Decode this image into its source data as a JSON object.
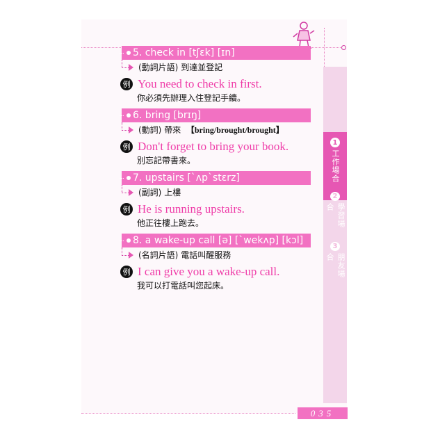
{
  "header": {
    "mascot_icon": "cartoon-figure-icon"
  },
  "entries": [
    {
      "head": "5. check in [tʃɛk] [ɪn]",
      "pos": "(動詞片語)",
      "meaning": "到達並登記",
      "forms": "",
      "example_marker": "例",
      "example_en": "You need to check in first.",
      "example_zh": "你必須先辦理入住登記手續。"
    },
    {
      "head": "6. bring [brɪŋ]",
      "pos": "(動詞)",
      "meaning": "帶來",
      "forms": "【bring/brought/brought】",
      "example_marker": "例",
      "example_en": "Don't forget to bring your book.",
      "example_zh": "別忘記帶書來。"
    },
    {
      "head": "7. upstairs [ˋʌpˋstɛrz]",
      "pos": "(副詞)",
      "meaning": "上樓",
      "forms": "",
      "example_marker": "例",
      "example_en": "He is running upstairs.",
      "example_zh": "他正往樓上跑去。"
    },
    {
      "head": "8. a wake-up call [ə] [ˋwekʌp] [kɔl]",
      "pos": "(名詞片語)",
      "meaning": "電話叫醒服務",
      "forms": "",
      "example_marker": "例",
      "example_en": "I can give you a wake-up call.",
      "example_zh": "我可以打電話叫您起床。"
    }
  ],
  "tabs": [
    {
      "num": "1",
      "label": "工作場合",
      "active": true
    },
    {
      "num": "2",
      "label": "學習場合",
      "active": false
    },
    {
      "num": "3",
      "label": "朋友場合",
      "active": false
    }
  ],
  "footer": {
    "page_number": "035"
  },
  "colors": {
    "accent": "#f271c2",
    "example_text": "#ef3ca8",
    "tab_active": "#e657b3",
    "tab_inactive": "#f3d6ea"
  }
}
